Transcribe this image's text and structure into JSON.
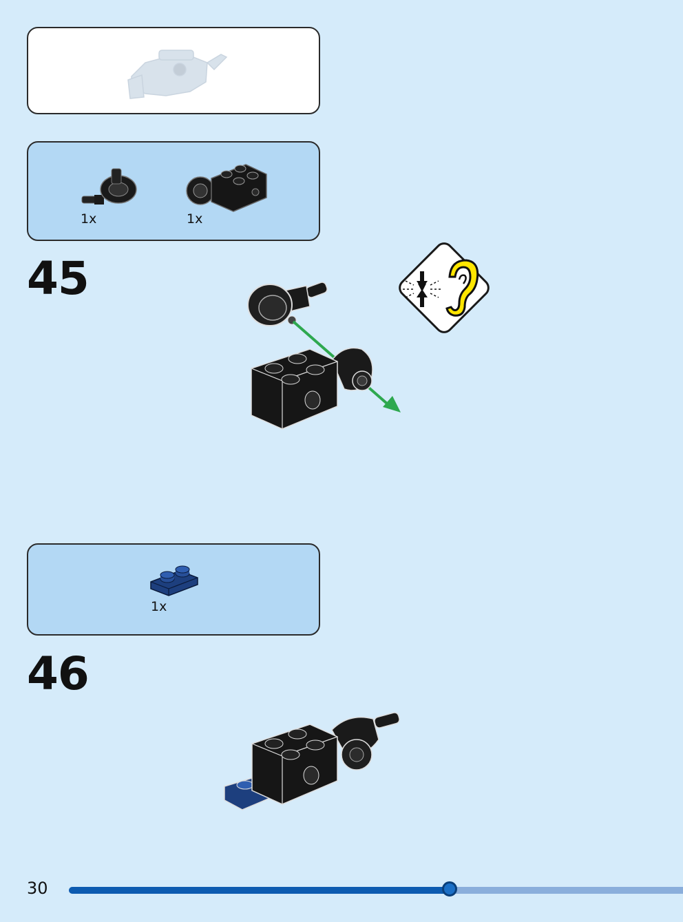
{
  "sub_assembly_preview": {
    "icon": "sub-assembly-icon"
  },
  "steps": [
    {
      "number": "45",
      "parts": [
        {
          "icon": "ball-joint-axle-icon",
          "qty": "1x"
        },
        {
          "icon": "brick-with-socket-icon",
          "qty": "1x"
        }
      ],
      "callout": {
        "icon": "listen-for-click-icon"
      }
    },
    {
      "number": "46",
      "parts": [
        {
          "icon": "blue-plate-1x2-icon",
          "qty": "1x"
        }
      ]
    }
  ],
  "footer": {
    "page_number": "30",
    "progress_fraction": 0.62
  },
  "colors": {
    "background": "#d5ebfa",
    "parts_panel": "#b3d8f4",
    "progress_fill": "#0d5bb0",
    "progress_track": "#8aaedb",
    "arrow": "#2ea84f",
    "ear": "#ffe600",
    "plate": "#1d3f7e"
  }
}
